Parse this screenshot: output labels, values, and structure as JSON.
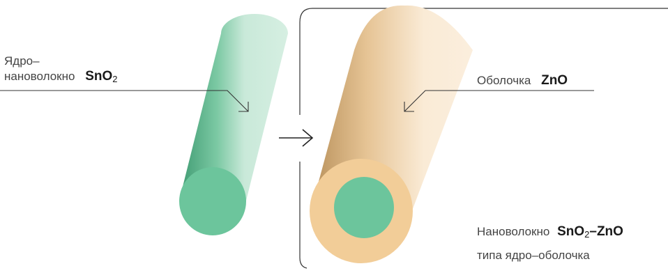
{
  "core_label": {
    "line1": "Ядро–",
    "line2": "нановолокно",
    "formula_main": "SnO",
    "formula_sub": "2"
  },
  "shell_label": {
    "text": "Оболочка",
    "formula": "ZnO"
  },
  "result_label": {
    "line1_prefix": "Нановолокно",
    "formula_part1": "SnO",
    "formula_sub": "2",
    "formula_part2": "–ZnO",
    "line2": "типа ядро–оболочка"
  },
  "arrow_glyph": "→",
  "colors": {
    "core_green": "#6cc59c",
    "core_green_dark": "#4aa57c",
    "core_green_light": "#cfeadc",
    "shell_tan": "#f2cd98",
    "shell_tan_dark": "#c8a06a",
    "shell_tan_light": "#fbe9d2",
    "line": "#333333"
  }
}
